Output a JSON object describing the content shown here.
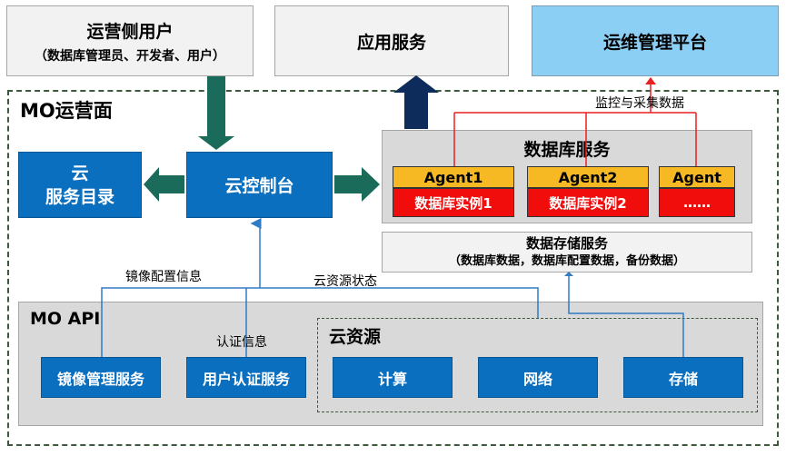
{
  "top": {
    "ops_user_title": "运营侧用户",
    "ops_user_sub": "（数据库管理员、开发者、用户）",
    "app_service": "应用服务",
    "ops_platform": "运维管理平台"
  },
  "mo_ops": {
    "title": "MO运营面",
    "catalog_line1": "云",
    "catalog_line2": "服务目录",
    "console": "云控制台",
    "monitor_label": "监控与采集数据"
  },
  "db_service": {
    "title": "数据库服务",
    "agents": [
      "Agent1",
      "Agent2",
      "Agent"
    ],
    "instances": [
      "数据库实例1",
      "数据库实例2",
      "……"
    ]
  },
  "storage_service": {
    "title": "数据存储服务",
    "sub": "（数据库数据，数据库配置数据，备份数据）"
  },
  "flows": {
    "image_config": "镜像配置信息",
    "cloud_status": "云资源状态",
    "auth_info": "认证信息"
  },
  "mo_api": {
    "title": "MO API",
    "image_mgmt": "镜像管理服务",
    "user_auth": "用户认证服务"
  },
  "cloud_resources": {
    "title": "云资源",
    "items": [
      "计算",
      "网络",
      "存储"
    ]
  },
  "colors": {
    "dark_blue": "#0b6fc0",
    "light_blue": "#8ccff5",
    "agent_amber": "#f6b924",
    "instance_red": "#f20d0d",
    "arrow_green": "#1b6b5a",
    "arrow_navy": "#0d2b5b"
  }
}
